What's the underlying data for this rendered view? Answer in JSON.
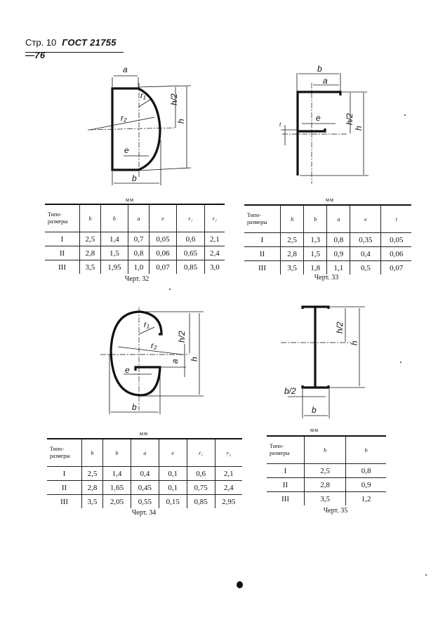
{
  "header": {
    "page_label": "Стр. 10",
    "standard": "ГОСТ 21755—76"
  },
  "figures": [
    {
      "id": "32",
      "caption": "Черт. 32",
      "unit": "мм",
      "labels": {
        "a": "a",
        "b": "b",
        "h": "h",
        "h2": "h/2",
        "e": "e",
        "r1": "r₁",
        "r2": "r₂"
      },
      "columns": [
        "Типо-\nразмеры",
        "h",
        "b",
        "a",
        "e",
        "r₁",
        "r₂"
      ],
      "rows": [
        [
          "I",
          "2,5",
          "1,4",
          "0,7",
          "0,05",
          "0,6",
          "2,1"
        ],
        [
          "II",
          "2,8",
          "1,5",
          "0,8",
          "0,06",
          "0,65",
          "2,4"
        ],
        [
          "III",
          "3,5",
          "1,95",
          "1,0",
          "0,07",
          "0,85",
          "3,0"
        ]
      ]
    },
    {
      "id": "33",
      "caption": "Черт. 33",
      "unit": "мм",
      "labels": {
        "a": "a",
        "b": "b",
        "h": "h",
        "h2": "h/2",
        "e": "e",
        "t": "t"
      },
      "columns": [
        "Типо-\nразмеры",
        "h",
        "b",
        "a",
        "e",
        "t"
      ],
      "rows": [
        [
          "I",
          "2,5",
          "1,3",
          "0,8",
          "0,35",
          "0,05"
        ],
        [
          "II",
          "2,8",
          "1,5",
          "0,9",
          "0,4",
          "0,06"
        ],
        [
          "III",
          "3,5",
          "1,8",
          "1,1",
          "0,5",
          "0,07"
        ]
      ]
    },
    {
      "id": "34",
      "caption": "Черт. 34",
      "unit": "мм",
      "labels": {
        "a": "a",
        "b": "b",
        "h": "h",
        "h2": "h/2",
        "e": "e",
        "r1": "r₁",
        "r2": "r₂"
      },
      "columns": [
        "Типо-\nразмеры",
        "h",
        "b",
        "a",
        "e",
        "r₁",
        "r₂"
      ],
      "rows": [
        [
          "I",
          "2,5",
          "1,4",
          "0,4",
          "0,1",
          "0,6",
          "2,1"
        ],
        [
          "II",
          "2,8",
          "1,65",
          "0,45",
          "0,1",
          "0,75",
          "2,4"
        ],
        [
          "III",
          "3,5",
          "2,05",
          "0,55",
          "0,15",
          "0,85",
          "2,95"
        ]
      ]
    },
    {
      "id": "35",
      "caption": "Черт. 35",
      "unit": "мм",
      "labels": {
        "b": "b",
        "b2": "b/2",
        "h": "h",
        "h2": "h/2"
      },
      "columns": [
        "Типо-\nразмеры",
        "h",
        "b"
      ],
      "rows": [
        [
          "I",
          "2,5",
          "0,8"
        ],
        [
          "II",
          "2,8",
          "0,9"
        ],
        [
          "III",
          "3,5",
          "1,2"
        ]
      ]
    }
  ]
}
